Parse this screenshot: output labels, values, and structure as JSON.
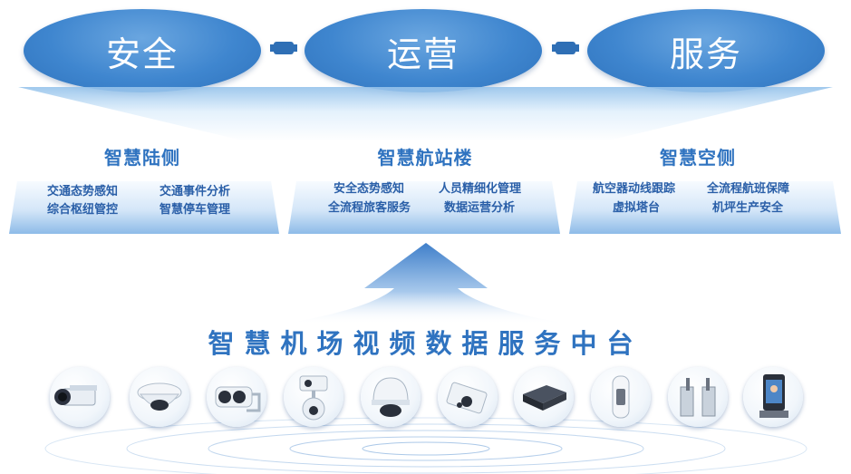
{
  "top_pillars": [
    "安全",
    "运营",
    "服务"
  ],
  "columns": [
    {
      "title": "智慧陆侧",
      "items": [
        "交通态势感知",
        "交通事件分析",
        "综合枢纽管控",
        "智慧停车管理"
      ]
    },
    {
      "title": "智慧航站楼",
      "items": [
        "安全态势感知",
        "人员精细化管理",
        "全流程旅客服务",
        "数据运营分析"
      ]
    },
    {
      "title": "智慧空侧",
      "items": [
        "航空器动线跟踪",
        "全流程航班保障",
        "虚拟塔台",
        "机坪生产安全"
      ]
    }
  ],
  "platform_title": "智慧机场视频数据服务中台",
  "devices": [
    "box-camera-icon",
    "dome-camera-icon",
    "panoramic-camera-icon",
    "ptz-camera-icon",
    "speed-dome-icon",
    "bullet-camera-icon",
    "nvr-icon",
    "access-panel-icon",
    "turnstile-icon",
    "face-terminal-icon"
  ],
  "colors": {
    "accent": "#2f73c0",
    "ellipse": "#3f86cf",
    "card_text": "#2a5fa8"
  }
}
